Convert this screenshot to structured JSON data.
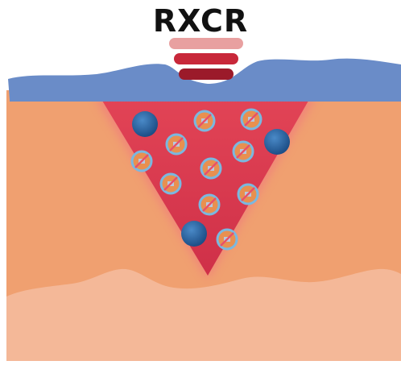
{
  "title": "RXCR",
  "colors": {
    "bar_top": "#e8a0a0",
    "bar_middle": "#c8283a",
    "bar_bottom": "#9b1a2a",
    "surface_layer": "#6a8cc8",
    "tissue_mid": "#f0a070",
    "tissue_deep": "#f4b898",
    "wound": "#e04050",
    "blue_cell": "#2a6aa8",
    "inhibited_ring": "#7ab8e0",
    "inhibited_core": "#e89050",
    "slash": "#e8506a"
  },
  "icons": {
    "blue_cell": "blue-cell-icon",
    "inhibited_marker": "inhibited-marker-icon"
  },
  "counts": {
    "blue_cells": 3,
    "inhibited_markers": 10
  }
}
